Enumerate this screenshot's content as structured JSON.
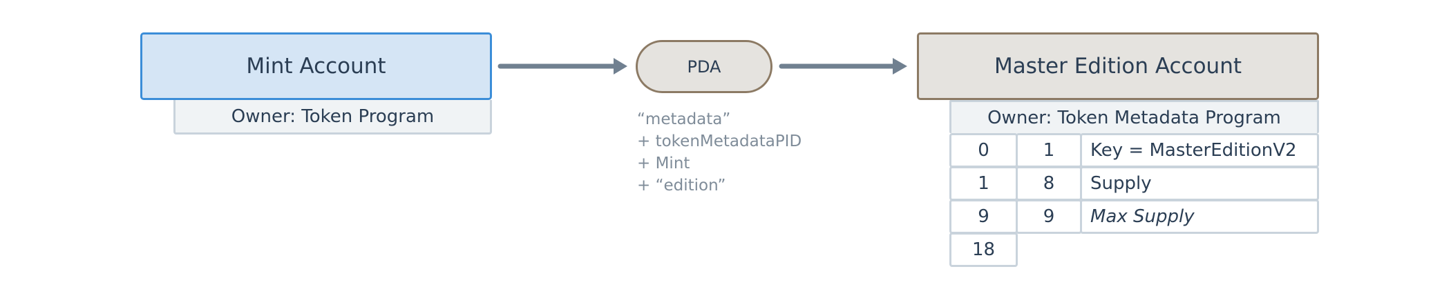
{
  "mint_account": {
    "title": "Mint Account",
    "owner": "Owner: Token Program"
  },
  "pda": {
    "label": "PDA",
    "seeds": [
      "“metadata”",
      "+ tokenMetadataPID",
      "+ Mint",
      "+ “edition”"
    ]
  },
  "master_edition_account": {
    "title": "Master Edition Account",
    "owner": "Owner: Token Metadata Program",
    "fields": [
      {
        "offset": "0",
        "size": "1",
        "name": "Key = MasterEditionV2",
        "italic": false
      },
      {
        "offset": "1",
        "size": "8",
        "name": "Supply",
        "italic": false
      },
      {
        "offset": "9",
        "size": "9",
        "name": "Max Supply",
        "italic": true
      }
    ],
    "end_offset": "18"
  },
  "colors": {
    "mint_fill": "#d5e5f5",
    "mint_border": "#3b8dd8",
    "account_fill": "#e5e3df",
    "account_border": "#8c7a64",
    "arrow": "#708090",
    "text": "#2b3e54",
    "seed_text": "#7f8c99",
    "cell_border": "#c9d3dc"
  }
}
